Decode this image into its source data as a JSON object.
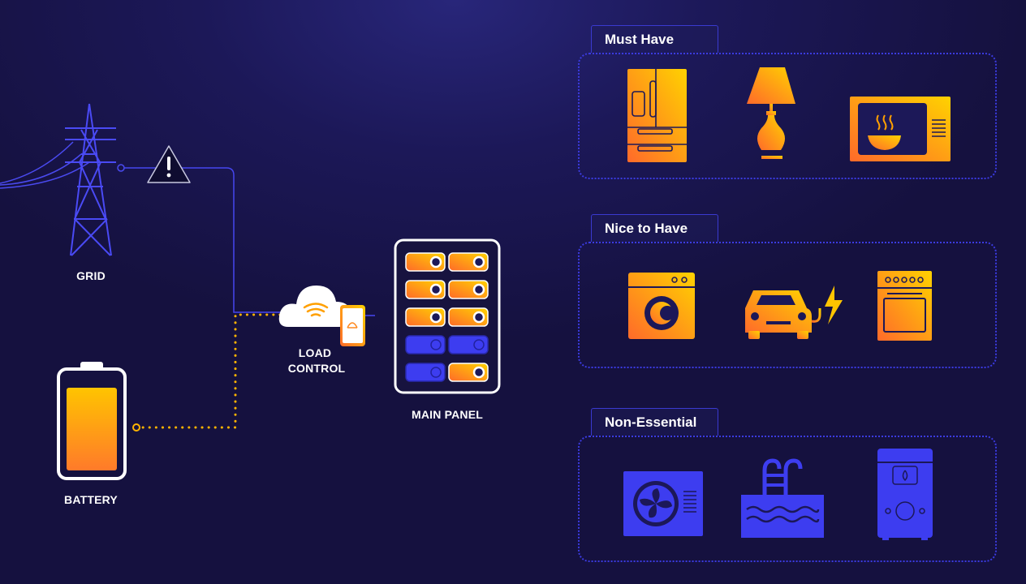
{
  "labels": {
    "grid": "GRID",
    "battery": "BATTERY",
    "load_control_1": "LOAD",
    "load_control_2": "CONTROL",
    "main_panel": "MAIN PANEL"
  },
  "categories": [
    {
      "title": "Must Have",
      "appliances": [
        "refrigerator-icon",
        "lamp-icon",
        "microwave-icon"
      ]
    },
    {
      "title": "Nice to Have",
      "appliances": [
        "washing-machine-icon",
        "electric-car-icon",
        "oven-icon"
      ]
    },
    {
      "title": "Non-Essential",
      "appliances": [
        "air-conditioner-icon",
        "pool-icon",
        "water-heater-icon"
      ]
    }
  ],
  "panel": {
    "breakers": [
      [
        "on",
        "on"
      ],
      [
        "on",
        "on"
      ],
      [
        "on",
        "on"
      ],
      [
        "off",
        "off"
      ],
      [
        "off",
        "on"
      ]
    ]
  },
  "battery": {
    "charge_fraction": 0.9
  },
  "colors": {
    "active": "#ffb000",
    "inactive": "#3d3df0",
    "line": "#4646f0",
    "dotted": "#ffb400"
  }
}
